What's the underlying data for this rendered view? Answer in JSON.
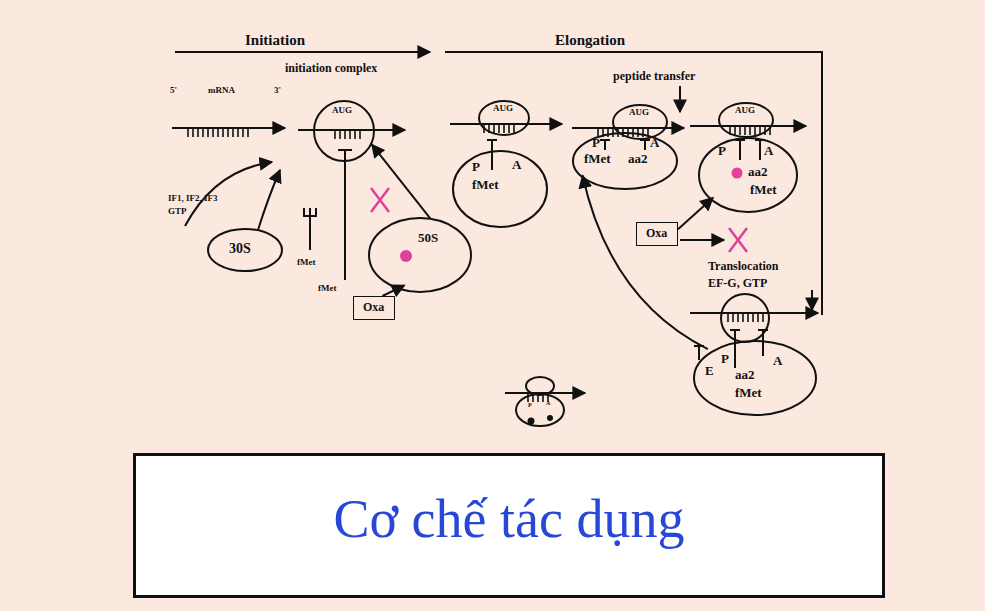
{
  "diagram": {
    "caption": "Cơ chế tác dụng",
    "nodes": [
      {
        "text": [
          "30S"
        ]
      },
      {
        "text": [
          "AUG"
        ]
      },
      {
        "text": [
          "50S"
        ]
      },
      {
        "text": [
          "Oxa"
        ]
      },
      {
        "text": [
          "AUG"
        ]
      },
      {
        "text": [
          "P",
          "A",
          "fMet"
        ]
      },
      {
        "text": [
          "AUG"
        ]
      },
      {
        "text": [
          "P",
          "A",
          "fMet",
          "aa2"
        ]
      },
      {
        "text": [
          "AUG"
        ]
      },
      {
        "text": [
          "P",
          "A",
          "aa2",
          "fMet"
        ]
      },
      {
        "text": [
          "Oxa"
        ]
      },
      {
        "text": [
          "E",
          "P",
          "aa2",
          "A",
          "fMet"
        ]
      }
    ],
    "edges": [
      {
        "from": 2,
        "to": 1,
        "arrow": "to"
      },
      {
        "from": 3,
        "to": 2,
        "arrow": "to"
      },
      {
        "from": 10,
        "to": 9,
        "arrow": "to"
      },
      {
        "from": 11,
        "to": 7,
        "arrow": "to"
      }
    ],
    "labels": [
      "Initiation",
      "Elongation",
      "initiation complex",
      "5'",
      "mRNA",
      "3'",
      "IF1, IF2, IF3",
      "GTP",
      "fMet",
      "fMet",
      "peptide transfer",
      "Translocation",
      "EF-G, GTP",
      "P",
      "A"
    ]
  }
}
